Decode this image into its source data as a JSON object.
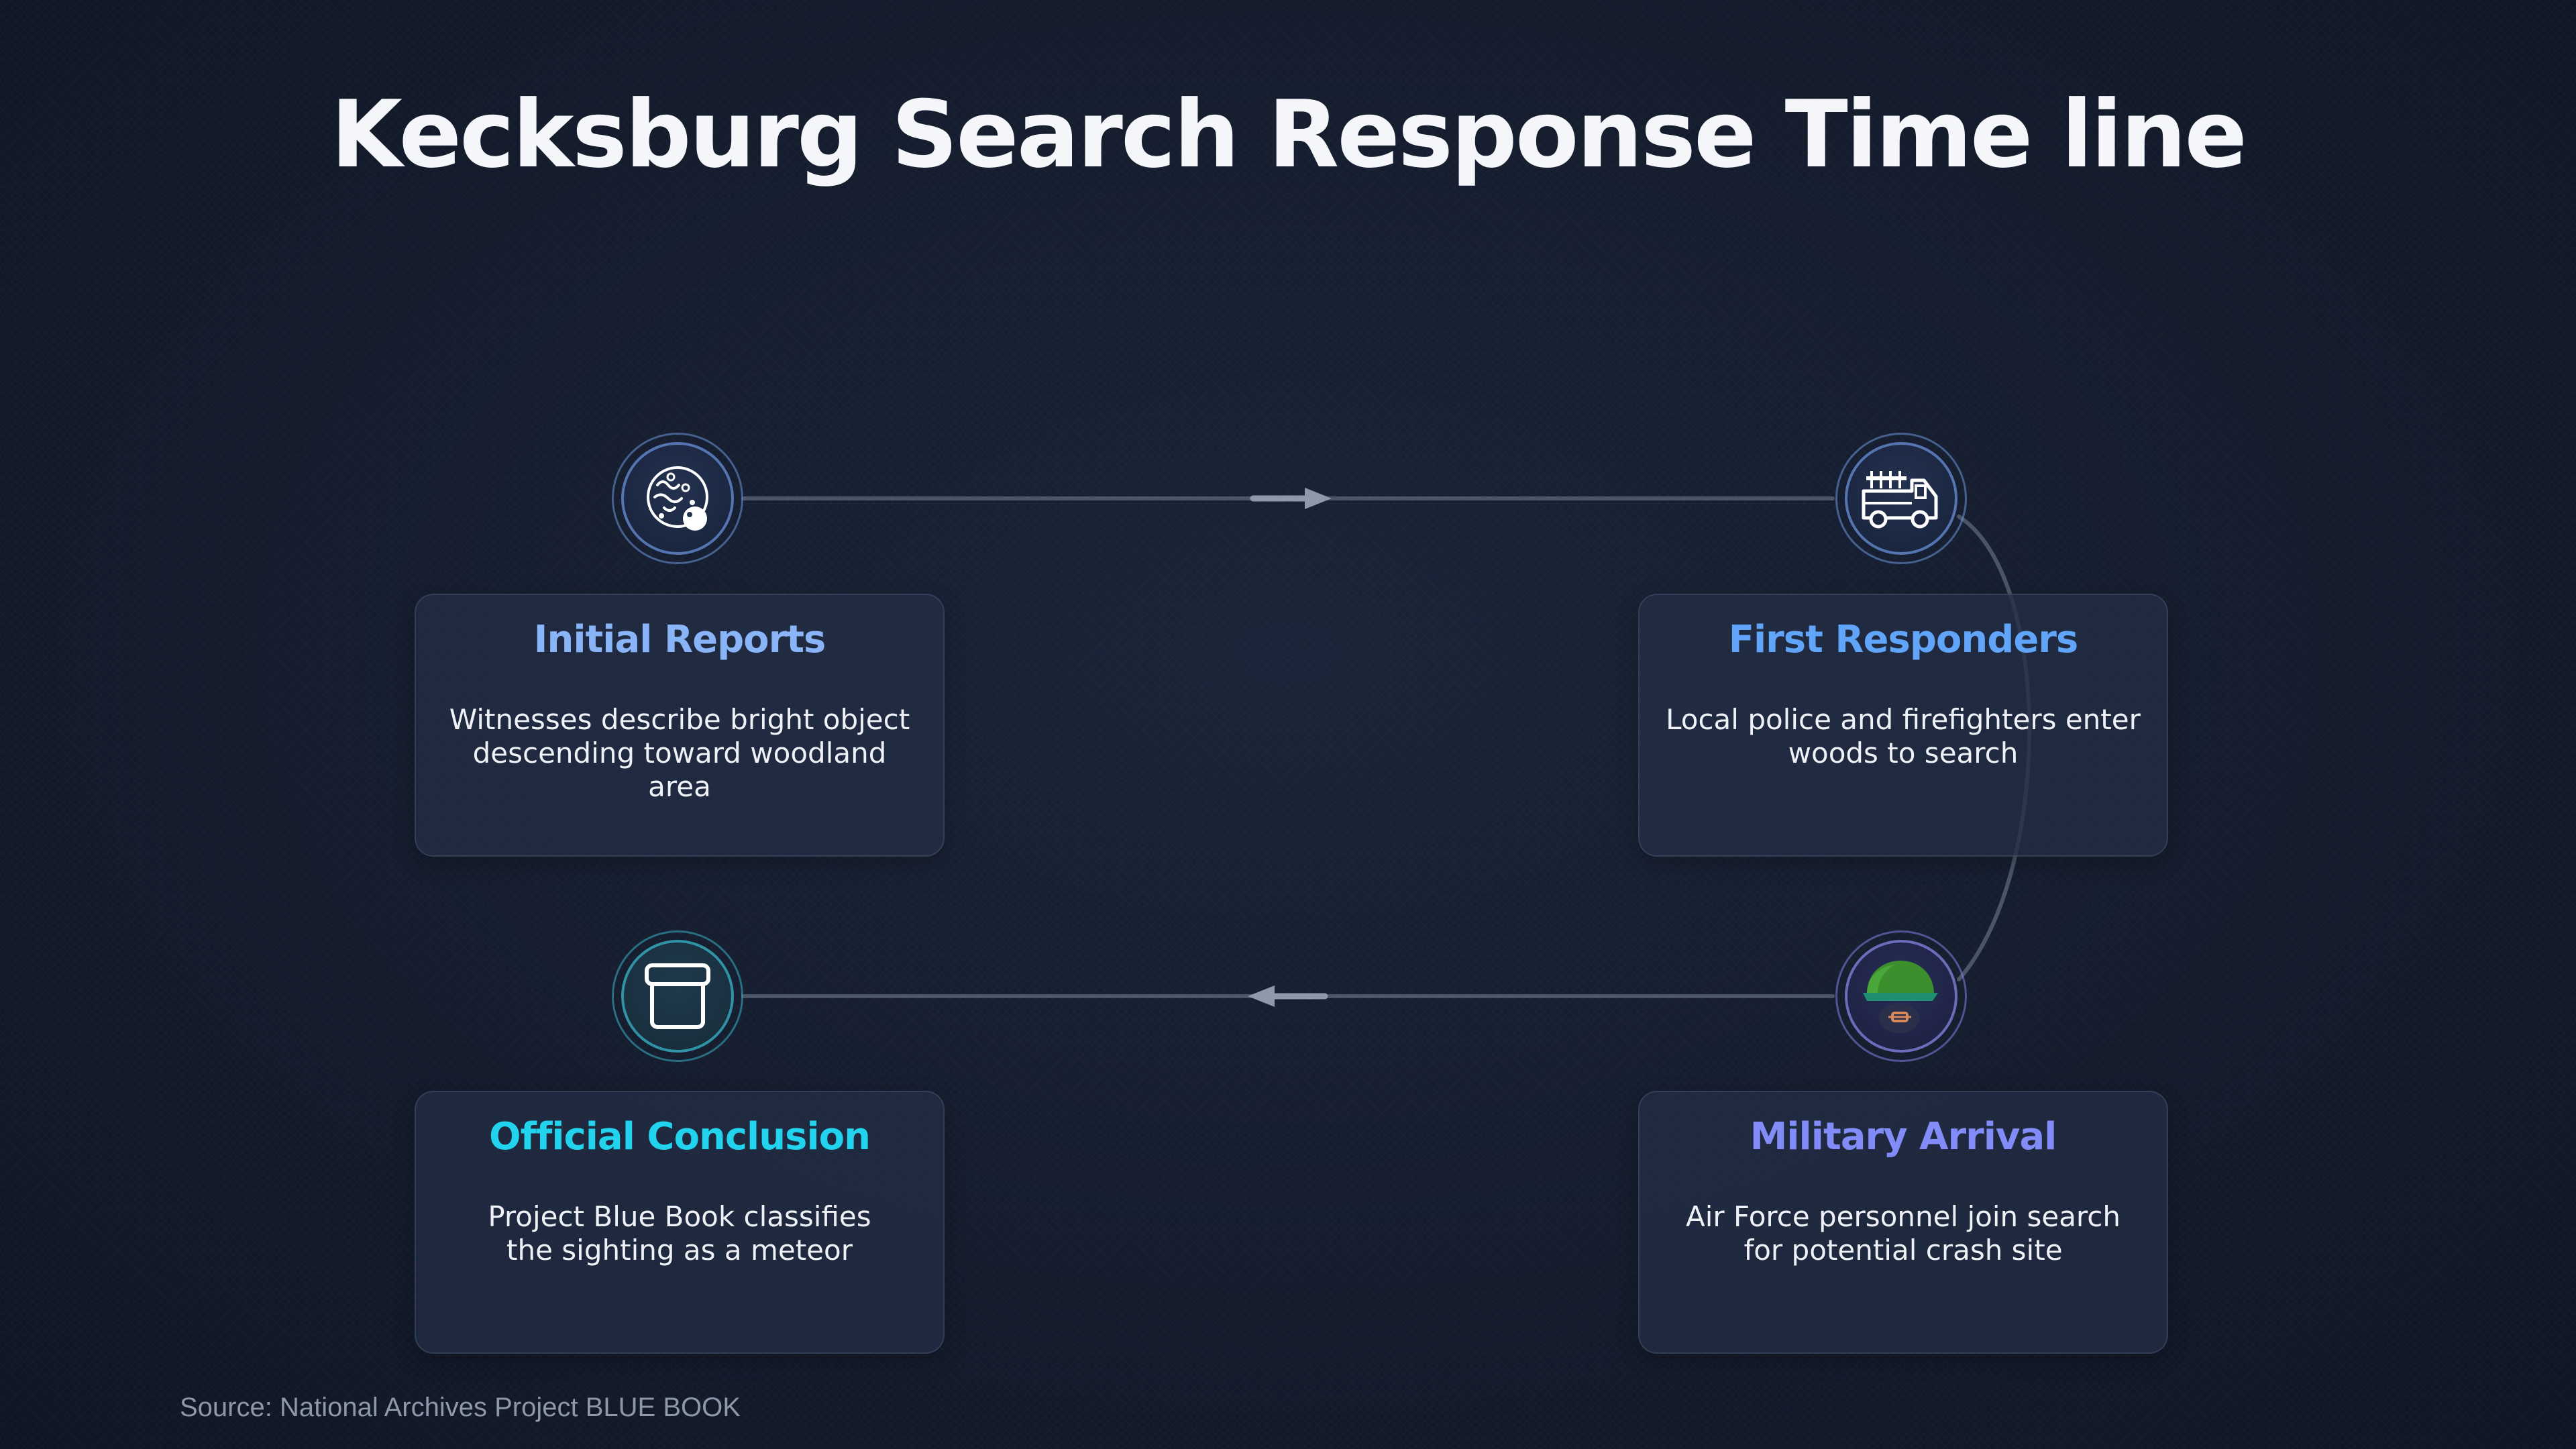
{
  "title": "Kecksburg Search Response Time line",
  "colors": {
    "initial_reports": "#8ab4f8",
    "first_responders": "#60a5fa",
    "military_arrival": "#818cf8",
    "official_conclusion": "#22d3ee"
  },
  "steps": [
    {
      "title": "Initial Reports",
      "description": "Witnesses describe bright object descending toward woodland area",
      "icon": "meteor-icon"
    },
    {
      "title": "First Responders",
      "description": "Local police and firefighters enter woods to search",
      "icon": "fire-truck-icon"
    },
    {
      "title": "Military Arrival",
      "description": "Air Force personnel join search for potential crash site",
      "icon": "military-helmet-icon"
    },
    {
      "title": "Official Conclusion",
      "description": "Project Blue Book classifies the sighting as a meteor",
      "icon": "archive-box-icon"
    }
  ],
  "source": "Source: National Archives Project BLUE BOOK"
}
